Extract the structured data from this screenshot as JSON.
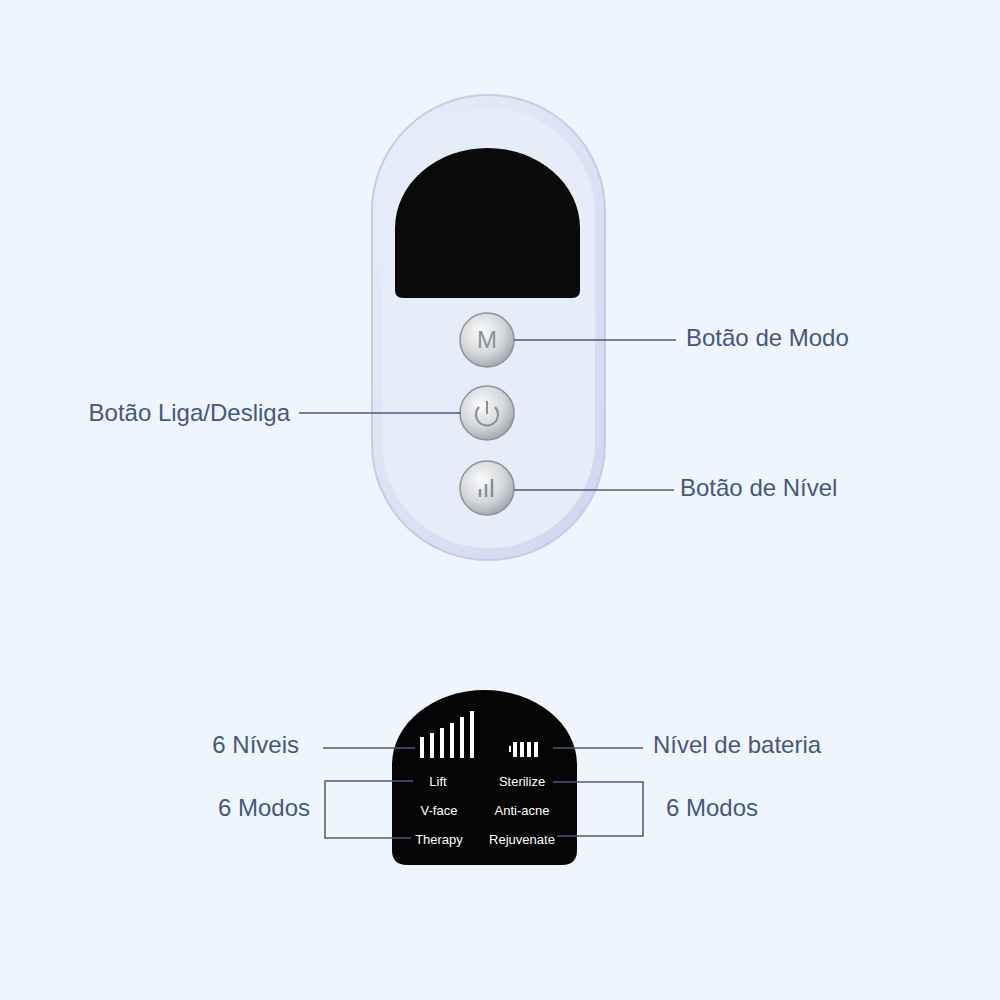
{
  "diagram": {
    "nodes": [
      {
        "text": [
          "M"
        ]
      },
      {
        "text": [
          "Lift",
          "V-face",
          "Therapy",
          "Sterilize",
          "Anti-acne",
          "Rejuvenate"
        ]
      }
    ],
    "labels": [
      "Botão de Modo",
      "Botão Liga/Desliga",
      "Botão de Nível",
      "6 Níveis",
      "Nível de bateria",
      "6 Modos",
      "6 Modos"
    ]
  }
}
